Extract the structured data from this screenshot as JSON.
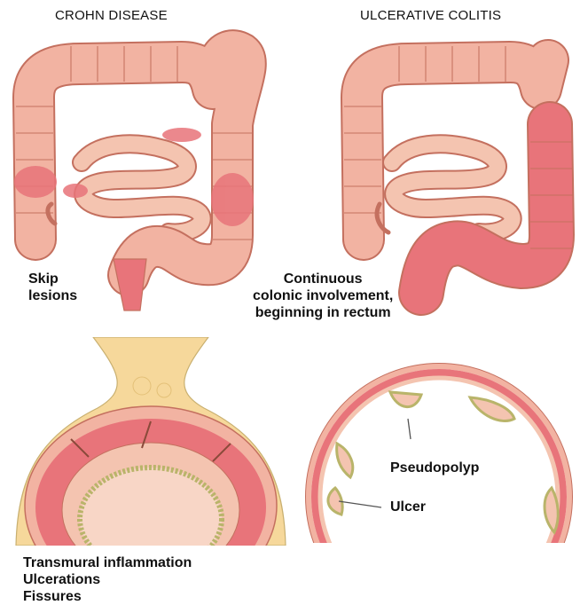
{
  "headings": {
    "crohn": "CROHN DISEASE",
    "uc": "ULCERATIVE COLITIS"
  },
  "labels": {
    "skip": [
      "Skip",
      "lesions"
    ],
    "continuous": [
      "Continuous",
      "colonic involvement,",
      "beginning in rectum"
    ],
    "pseudopolyp": "Pseudopolyp",
    "ulcer": "Ulcer",
    "crohn_features": [
      "Transmural inflammation",
      "Ulcerations",
      "Fissures"
    ]
  },
  "colors": {
    "bowel": "#f2b3a2",
    "bowel_dark": "#c4705f",
    "inflamed": "#e8747a",
    "fat": "#f6d89b",
    "mucosa": "#f4c4b0",
    "crypt": "#d8d49a"
  }
}
